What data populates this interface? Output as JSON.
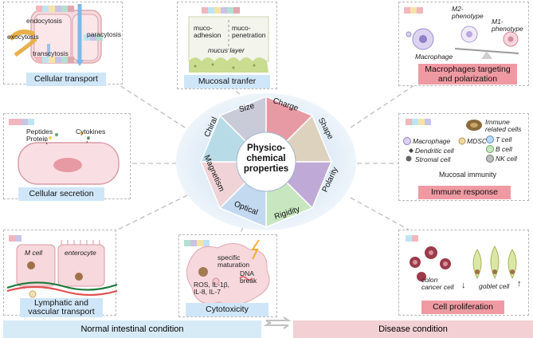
{
  "center": {
    "title": [
      "Physico-",
      "chemical",
      "properties"
    ]
  },
  "segments": [
    {
      "label": "Size",
      "color": "#c9cbd8"
    },
    {
      "label": "Charge",
      "color": "#e79aa4"
    },
    {
      "label": "Shape",
      "color": "#dcd2be"
    },
    {
      "label": "Polarity",
      "color": "#bfaad7"
    },
    {
      "label": "Rigidity",
      "color": "#c8e6bf"
    },
    {
      "label": "Optical",
      "color": "#c3d9f0"
    },
    {
      "label": "Magnetism",
      "color": "#f0d3d7"
    },
    {
      "label": "Chiral",
      "color": "#b8dbe8"
    }
  ],
  "panels": {
    "cellular_transport": {
      "title": "Cellular transport",
      "labels": {
        "endocytosis": "endocytosis",
        "exocytosis": "exocytosis",
        "paracytosis": "paracytosis",
        "transcytosis": "transcytosis"
      }
    },
    "mucosal_transfer": {
      "title": "Mucosal tranfer",
      "labels": {
        "adhesion": [
          "muco-",
          "adhesion"
        ],
        "penetration": [
          "muco-",
          "penetration"
        ],
        "layer": "mucus layer"
      }
    },
    "macrophages": {
      "title": [
        "Macrophages targeting",
        "and polarization"
      ],
      "labels": {
        "m2": [
          "M2-",
          "phenotype"
        ],
        "m1": [
          "M1-",
          "phenotype"
        ],
        "macrophage": "Macrophage"
      }
    },
    "cellular_secretion": {
      "title": "Cellular secretion",
      "labels": {
        "peptides": [
          "Peptides",
          "Protein"
        ],
        "cytokines": "Cytokines"
      }
    },
    "immune_response": {
      "title": "Immune response",
      "labels": {
        "related": [
          "Immune",
          "related cells"
        ],
        "macrophage": "Macrophage",
        "mdsc": "MDSC",
        "tcell": "T cell",
        "dendritic": "Dendritic cell",
        "bcell": "B cell",
        "stromal": "Stromal cell",
        "nk": "NK cell",
        "mucosal": "Mucosal immunity"
      }
    },
    "lymphatic": {
      "title": [
        "Lymphatic and",
        "vascular transport"
      ],
      "labels": {
        "mcell": "M cell",
        "enterocyte": "enterocyte"
      }
    },
    "cytotoxicity": {
      "title": "Cytotoxicity",
      "labels": {
        "specific": [
          "specific",
          "maturation"
        ],
        "ros": [
          "ROS, IL-1β,",
          "IL-8, IL-7"
        ],
        "dna": [
          "DNA",
          "break"
        ]
      }
    },
    "cell_proliferation": {
      "title": "Cell proliferation",
      "labels": {
        "colon": [
          "colon",
          "cancer cell"
        ],
        "goblet": "goblet cell",
        "down": "↓",
        "up": "↑"
      }
    }
  },
  "conditions": {
    "normal": "Normal intestinal condition",
    "disease": "Disease condition"
  },
  "colors": {
    "normal_bar": "#d7ebf7",
    "disease_bar": "#f3d0d3",
    "label_blue": "#cfe6f8",
    "label_pink": "#ef9aa2"
  }
}
